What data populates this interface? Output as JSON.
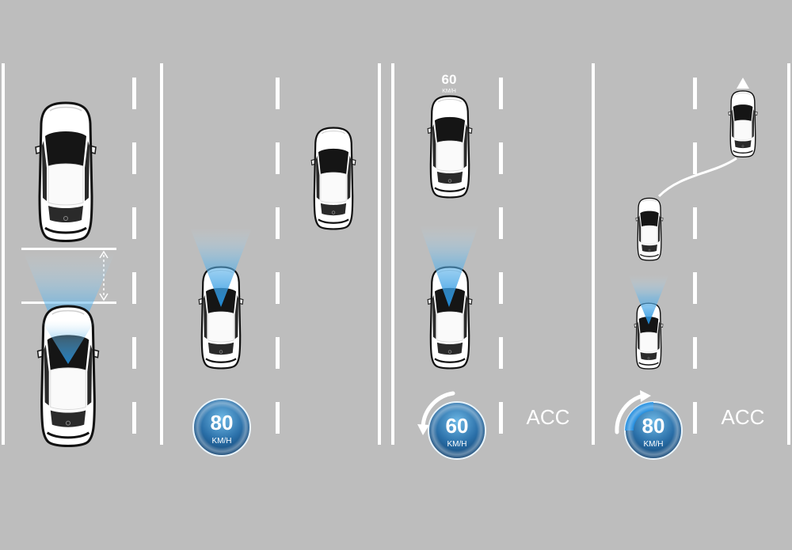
{
  "diagram": {
    "panels": [
      {
        "speed_limit": {
          "value": "",
          "unit": ""
        }
      },
      {
        "gauge": {
          "value": "80",
          "unit": "KM/H"
        }
      },
      {
        "lead_speed": {
          "value": "60",
          "unit": "KM/H"
        },
        "gauge": {
          "value": "60",
          "unit": "KM/H"
        },
        "mode_label": "ACC"
      },
      {
        "gauge": {
          "value": "80",
          "unit": "KM/H"
        },
        "mode_label": "ACC"
      }
    ],
    "colors": {
      "road": "#bdbdbd",
      "lane_line": "#ffffff",
      "sensor_beam": "#3aa0e0",
      "gauge_dark": "#0d3a66",
      "gauge_light": "#4fa8de",
      "accent_arc": "#1e90e6"
    },
    "icons": [
      "car-icon",
      "sensor-beam",
      "speed-gauge",
      "decelerate-arrow-icon",
      "accelerate-arrow-icon",
      "path-arrow-icon"
    ]
  }
}
